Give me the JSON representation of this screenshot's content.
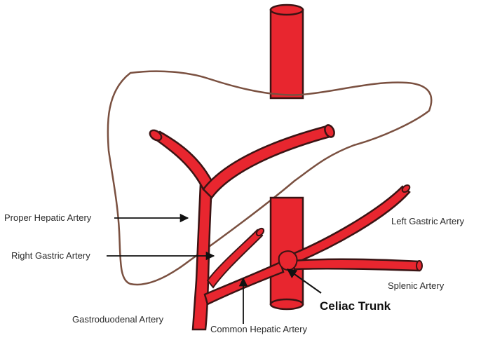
{
  "labels": {
    "proper_hepatic": "Proper Hepatic Artery",
    "right_gastric": "Right Gastric Artery",
    "gastroduodenal": "Gastroduodenal Artery",
    "common_hepatic": "Common Hepatic Artery",
    "left_gastric": "Left Gastric Artery",
    "splenic": "Splenic Artery",
    "celiac_trunk": "Celiac Trunk"
  },
  "colors": {
    "artery_fill": "#e8262f",
    "artery_stroke": "#3a1414",
    "liver_outline": "#7a5040",
    "arrow": "#111111",
    "background": "#ffffff"
  }
}
